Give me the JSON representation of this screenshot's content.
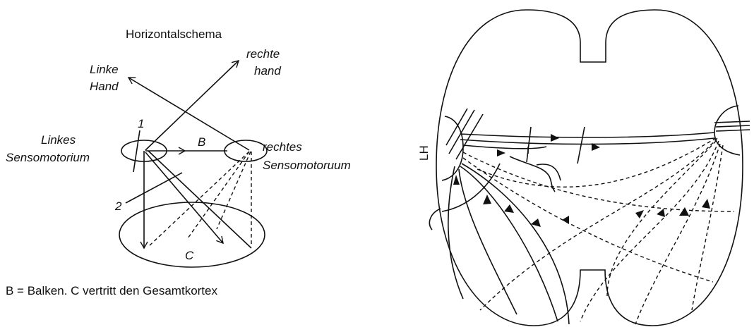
{
  "left_diagram": {
    "title": "Horizontalschema",
    "right_hand_line1": "rechte",
    "right_hand_line2": "hand",
    "left_hand_line1": "Linke",
    "left_hand_line2": "Hand",
    "left_sm_line1": "Linkes",
    "left_sm_line2": "Sensomotorium",
    "right_sm_line1": "rechtes",
    "right_sm_line2": "Sensomotoruum",
    "label_1": "1",
    "label_2": "2",
    "label_b": "B",
    "label_c": "C",
    "caption": "B = Balken. C vertritt den Gesamtkortex"
  },
  "right_diagram": {
    "label_lh": "LH"
  }
}
